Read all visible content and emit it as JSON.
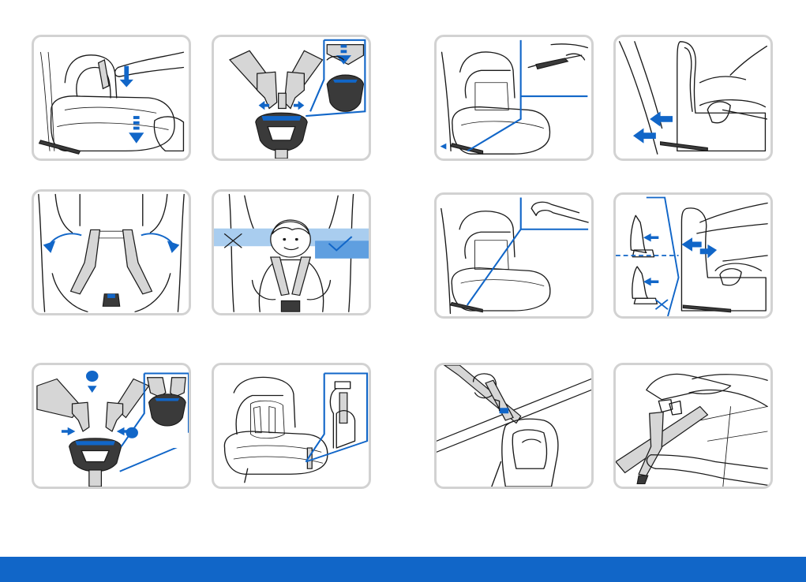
{
  "theme": {
    "accent": "#1166c8",
    "panel_border": "#d2d2d2",
    "belt_gray": "#d6d6d6",
    "blue_band": "#7db1e3"
  },
  "steps": [
    {
      "id": "press-seat-down",
      "icon": "car-seat-press-down"
    },
    {
      "id": "separate-buckle-tongues",
      "icon": "buckle-tongues-apart"
    },
    {
      "id": "open-harness-shoulder-straps",
      "icon": "harness-straps-open"
    },
    {
      "id": "check-shoulder-strap-height",
      "icon": "child-in-seat-height-check"
    },
    {
      "id": "insert-buckle-tongues",
      "icon": "buckle-insert",
      "badges": [
        "",
        ""
      ]
    },
    {
      "id": "pull-adjuster-strap",
      "icon": "seat-adjuster-strap"
    },
    {
      "id": "engage-isofix-connectors",
      "icon": "isofix-connectors"
    },
    {
      "id": "push-seat-against-backrest",
      "icon": "push-seat-back"
    },
    {
      "id": "attach-isofix-guide",
      "icon": "isofix-guide-hook"
    },
    {
      "id": "check-backrest-contact",
      "icon": "backrest-contact-check"
    },
    {
      "id": "route-diagonal-belt",
      "icon": "belt-guide-headrest"
    },
    {
      "id": "buckle-vehicle-belt",
      "icon": "vehicle-belt-buckle"
    }
  ],
  "footer": {
    "color": "#1166c8"
  }
}
